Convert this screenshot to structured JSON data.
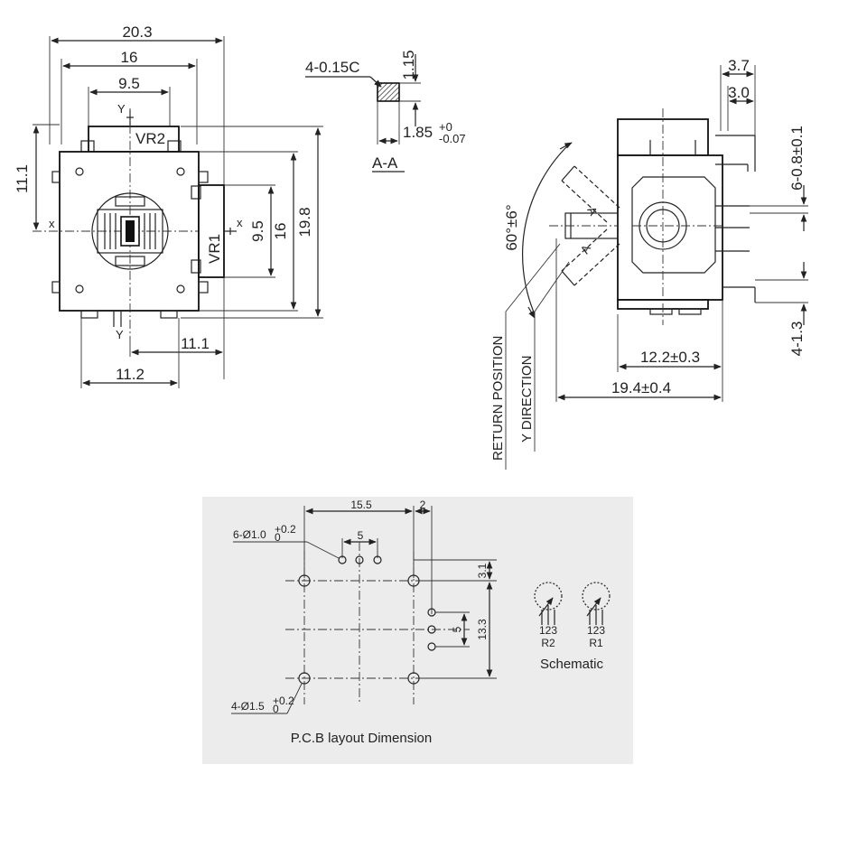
{
  "top_view": {
    "dims": {
      "overall_width": "20.3",
      "inner_width": "16",
      "vr2_width": "9.5",
      "height_left": "11.1",
      "right_inner": "9.5",
      "right_mid": "16",
      "right_overall": "19.8",
      "bottom_right": "11.1",
      "bottom_left": "11.2"
    },
    "labels": {
      "vr2": "VR2",
      "vr1": "VR1",
      "y_top": "Y",
      "y_bottom": "Y",
      "x_left": "x",
      "x_right": "x"
    }
  },
  "section_aa": {
    "chamfer": "4-0.15C",
    "height": "1.15",
    "width": "1.85",
    "width_tol_upper": "+0",
    "width_tol_lower": "-0.07",
    "caption": "A-A"
  },
  "side_view": {
    "dims": {
      "pin_offset_outer": "3.7",
      "pin_offset_inner": "3.0",
      "pin_size": "6-0.8±0.1",
      "pin_length": "4-1.3",
      "body_depth": "12.2±0.3",
      "overall_depth": "19.4±0.4",
      "angle": "60°±6°"
    },
    "labels": {
      "return_position": "RETURN POSITION",
      "y_direction": "Y DIRECTION",
      "section_mark_a1": "A",
      "section_mark_a2": "A"
    }
  },
  "pcb": {
    "dims": {
      "width": "15.5",
      "offset": "2",
      "spacing_top": "5",
      "row_offset": "3.1",
      "spacing_right": "5",
      "height": "13.3"
    },
    "holes_small": "6-Ø1.0",
    "holes_small_tol": "+0.2",
    "holes_small_tol_lower": "0",
    "holes_large": "4-Ø1.5",
    "holes_large_tol": "+0.2",
    "holes_large_tol_lower": "0",
    "caption": "P.C.B layout Dimension",
    "background": "#ececec"
  },
  "schematic": {
    "title": "Schematic",
    "r2_label": "R2",
    "r1_label": "R1",
    "pins_r2": "123",
    "pins_r1": "123"
  }
}
